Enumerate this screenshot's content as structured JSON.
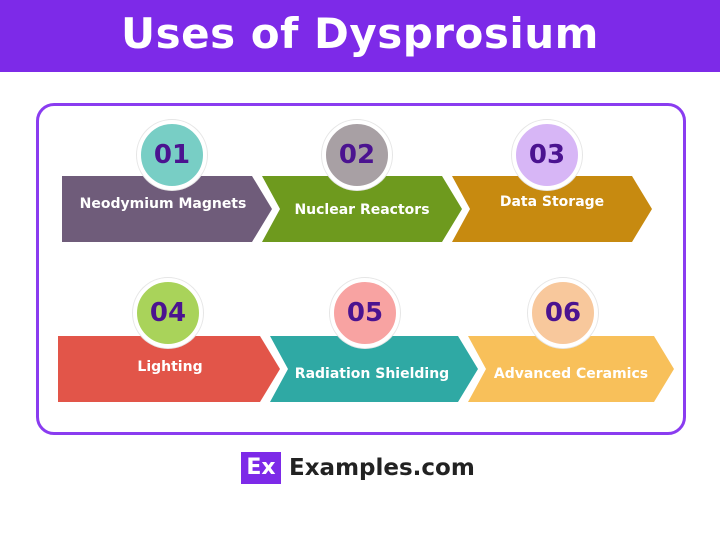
{
  "title": "Uses of Dysprosium",
  "items": [
    {
      "num": "01",
      "label": "Neodymium Magnets",
      "arrow_color": "#6f5c7a",
      "badge_color": "#78cec5"
    },
    {
      "num": "02",
      "label": "Nuclear Reactors",
      "arrow_color": "#6e9a1e",
      "badge_color": "#a8a0a4"
    },
    {
      "num": "03",
      "label": "Data Storage",
      "arrow_color": "#c78a10",
      "badge_color": "#d7b6f6"
    },
    {
      "num": "04",
      "label": "Lighting",
      "arrow_color": "#e25549",
      "badge_color": "#a9d35a"
    },
    {
      "num": "05",
      "label": "Radiation Shielding",
      "arrow_color": "#2fa9a4",
      "badge_color": "#f8a3a2"
    },
    {
      "num": "06",
      "label": "Advanced Ceramics",
      "arrow_color": "#f8c05a",
      "badge_color": "#f8c89c"
    }
  ],
  "footer": {
    "logo": "Ex",
    "site": "Examples.com"
  },
  "colors": {
    "brand": "#7d2ae8",
    "number_text": "#4b1390"
  }
}
